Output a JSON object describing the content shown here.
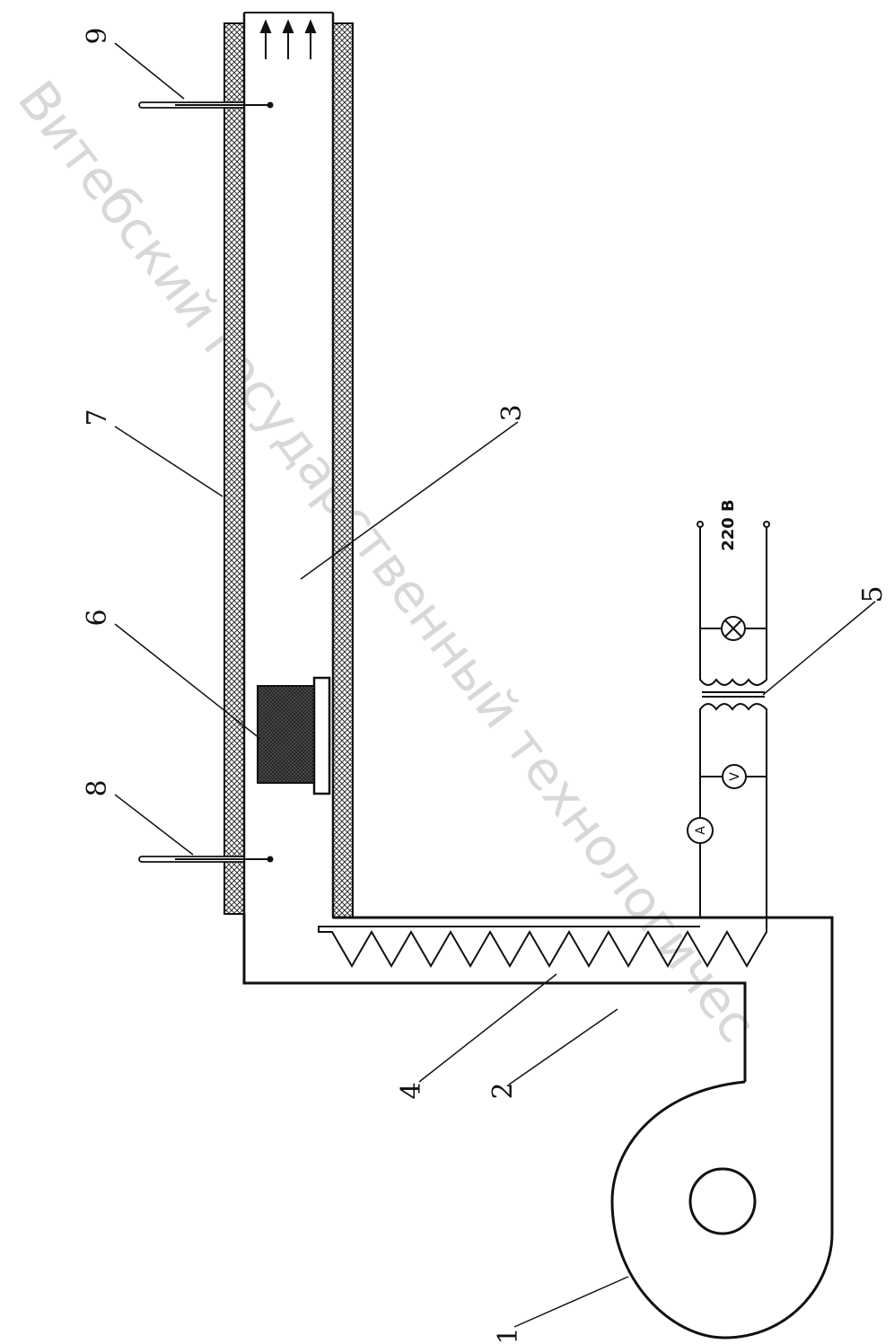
{
  "labels": {
    "l1": "1",
    "l2": "2",
    "l3": "3",
    "l4": "4",
    "l5": "5",
    "l6": "6",
    "l7": "7",
    "l8": "8",
    "l9": "9"
  },
  "supply": {
    "voltage": "220 В"
  },
  "meters": {
    "ammeter": "A",
    "voltmeter": "V"
  },
  "watermark": "Витебский государственный технологичес",
  "colors": {
    "line": "#111111",
    "insulation_hatch": "#333333",
    "watermark": "#b9b9b9"
  }
}
